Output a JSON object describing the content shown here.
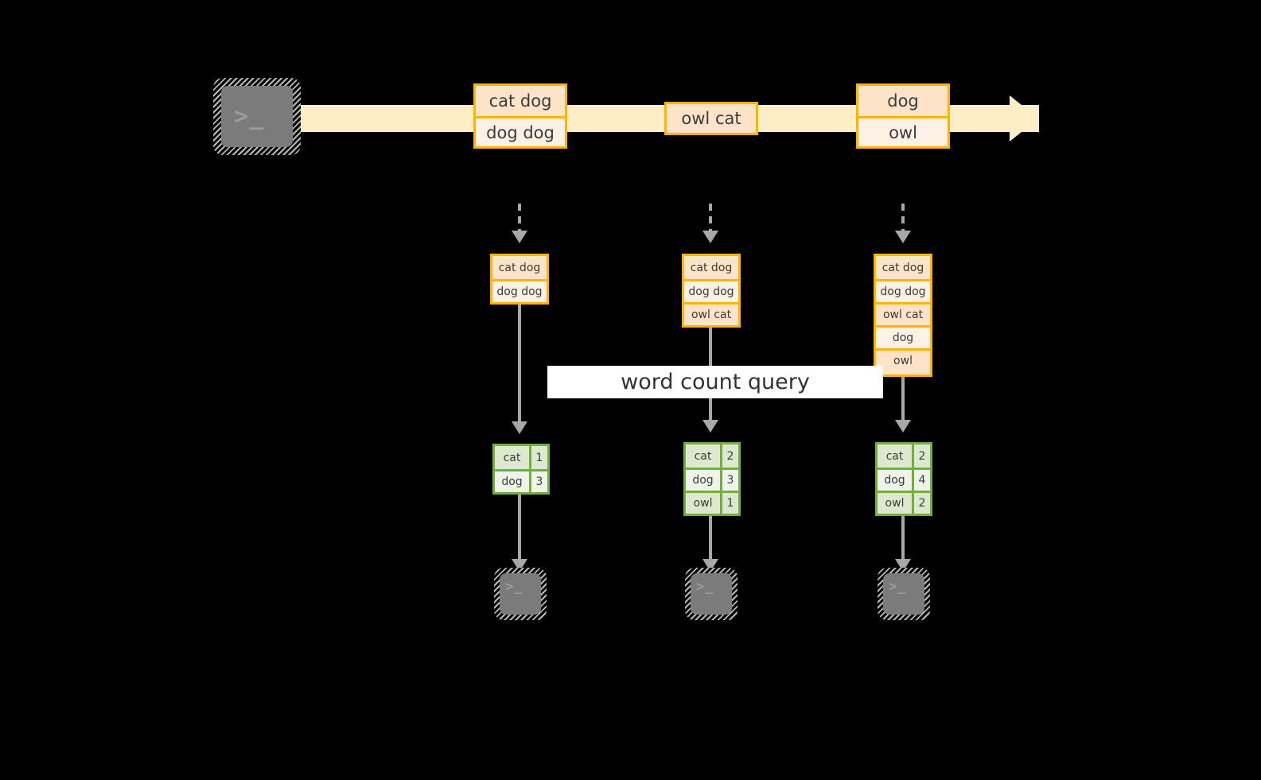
{
  "diagram": {
    "title_text": "word count query",
    "colors": {
      "record_border": "#ffb400",
      "record_fill": "#fde3c8",
      "record_fill_alt": "#fdf1e6",
      "stream_band": "#fdeec7",
      "table_border": "#72ae3f",
      "table_fill": "#dde9cf",
      "table_fill_alt": "#eff4e9",
      "connector": "#a8a8a8",
      "terminal_fill": "#7b7b7b",
      "background": "#000000"
    },
    "producer_terminal": {
      "glyph": ">_",
      "label": "producer-terminal"
    },
    "stream": {
      "records": [
        {
          "lines": [
            "cat dog",
            "dog dog"
          ]
        },
        {
          "lines": [
            "owl cat"
          ]
        },
        {
          "lines": [
            "dog",
            "owl"
          ]
        }
      ]
    },
    "snapshots": [
      {
        "id": "snapshot-1",
        "records": [
          "cat dog",
          "dog dog"
        ],
        "counts": [
          {
            "word": "cat",
            "count": "1"
          },
          {
            "word": "dog",
            "count": "3"
          }
        ],
        "consumer_glyph": ">_"
      },
      {
        "id": "snapshot-2",
        "records": [
          "cat dog",
          "dog dog",
          "owl cat"
        ],
        "counts": [
          {
            "word": "cat",
            "count": "2"
          },
          {
            "word": "dog",
            "count": "3"
          },
          {
            "word": "owl",
            "count": "1"
          }
        ],
        "consumer_glyph": ">_"
      },
      {
        "id": "snapshot-3",
        "records": [
          "cat dog",
          "dog dog",
          "owl cat",
          "dog",
          "owl"
        ],
        "counts": [
          {
            "word": "cat",
            "count": "2"
          },
          {
            "word": "dog",
            "count": "4"
          },
          {
            "word": "owl",
            "count": "2"
          }
        ],
        "consumer_glyph": ">_"
      }
    ]
  }
}
